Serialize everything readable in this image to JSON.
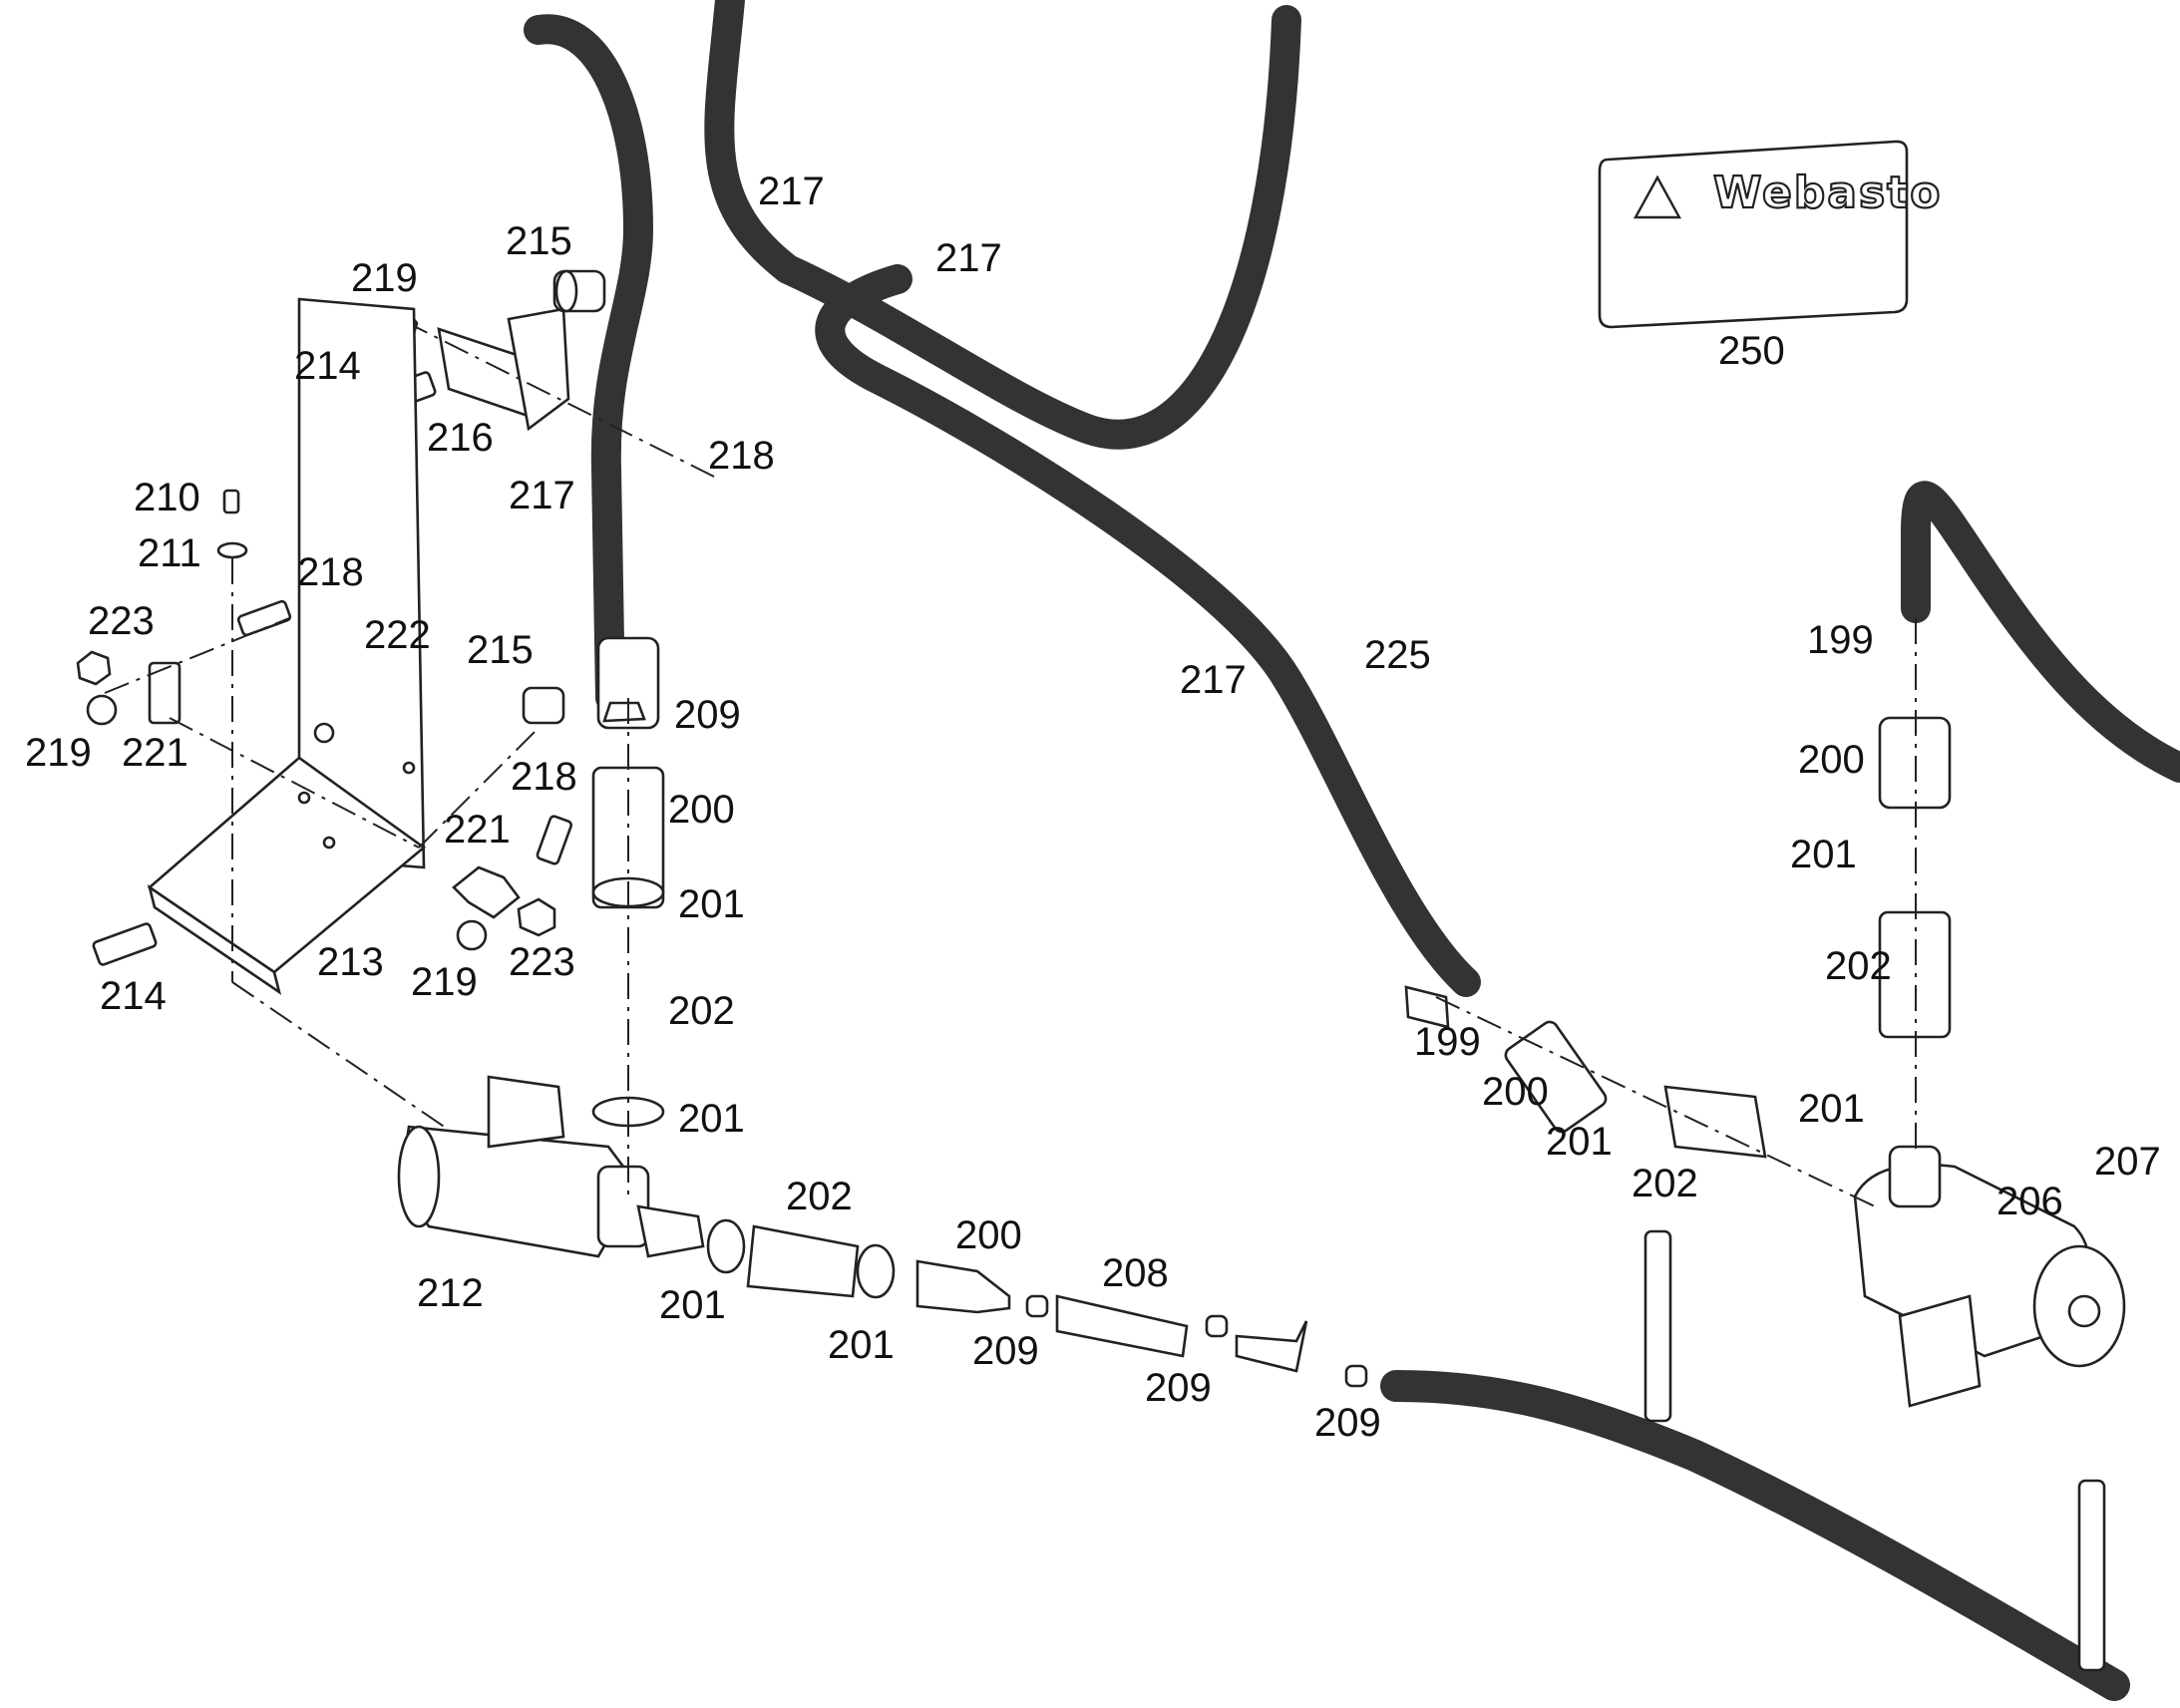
{
  "callouts": {
    "c217a": "217",
    "c217b": "217",
    "c217c": "217",
    "c217d": "217",
    "c250": "250",
    "c215a": "215",
    "c215b": "215",
    "c219a": "219",
    "c219b": "219",
    "c219c": "219",
    "c214a": "214",
    "c214b": "214",
    "c216": "216",
    "c218a": "218",
    "c218b": "218",
    "c218c": "218",
    "c210": "210",
    "c211": "211",
    "c223a": "223",
    "c223b": "223",
    "c222": "222",
    "c221a": "221",
    "c221b": "221",
    "c213": "213",
    "c212": "212",
    "c209a": "209",
    "c209b": "209",
    "c209c": "209",
    "c209d": "209",
    "c200a": "200",
    "c200b": "200",
    "c200c": "200",
    "c200d": "200",
    "c201a": "201",
    "c201b": "201",
    "c201c": "201",
    "c201d": "201",
    "c201e": "201",
    "c201f": "201",
    "c201g": "201",
    "c202a": "202",
    "c202b": "202",
    "c202c": "202",
    "c202d": "202",
    "c208": "208",
    "c225": "225",
    "c199a": "199",
    "c199b": "199",
    "c206": "206",
    "c207": "207"
  },
  "label_plate": {
    "brand": "Webasto",
    "warning_icon": "warning-triangle-icon"
  },
  "colors": {
    "line": "#222222",
    "background": "#ffffff"
  }
}
